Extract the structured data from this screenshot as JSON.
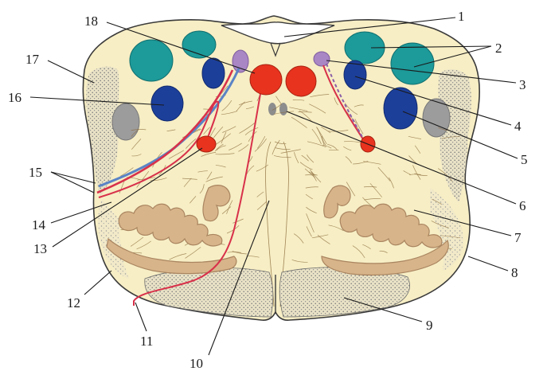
{
  "figure": {
    "labels": [
      "1",
      "2",
      "3",
      "4",
      "5",
      "6",
      "7",
      "8",
      "9",
      "10",
      "11",
      "12",
      "13",
      "14",
      "15",
      "16",
      "17",
      "18"
    ]
  },
  "colors": {
    "background": "#ffffff",
    "section_fill": "#f7eec5",
    "section_outline": "#3a3a3a",
    "teal_nucleus": "#1d9a9a",
    "blue_nucleus": "#1c3f9a",
    "red_nucleus": "#e8331f",
    "lilac_nucleus": "#a986c4",
    "olive_nucleus": "#d8b48a",
    "tract_stipple": "#9a9a9a",
    "red_fiber": "#d8314a",
    "blue_fiber": "#5b84c6"
  }
}
